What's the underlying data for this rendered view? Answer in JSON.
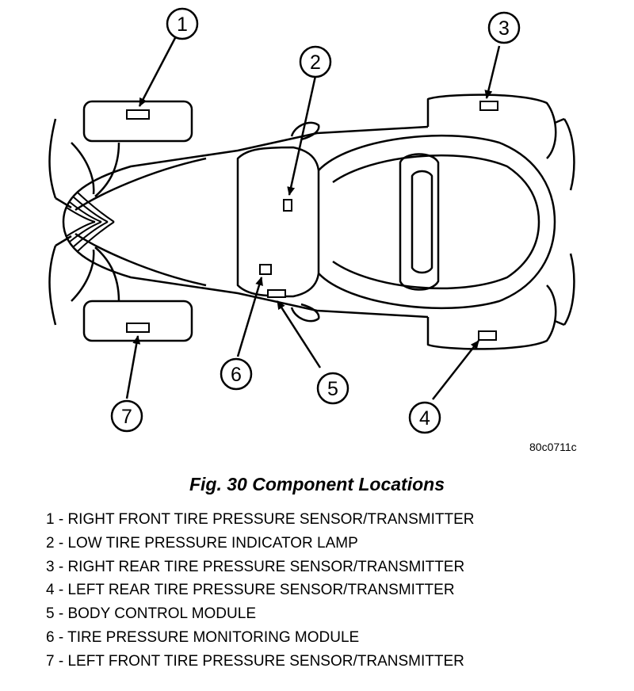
{
  "figure": {
    "reference_code": "80c0711c",
    "title": "Fig. 30 Component Locations"
  },
  "callouts": [
    {
      "number": "1",
      "label": "1 - RIGHT FRONT TIRE PRESSURE SENSOR/TRANSMITTER"
    },
    {
      "number": "2",
      "label": "2 - LOW TIRE PRESSURE INDICATOR LAMP"
    },
    {
      "number": "3",
      "label": "3 - RIGHT REAR TIRE PRESSURE SENSOR/TRANSMITTER"
    },
    {
      "number": "4",
      "label": "4 - LEFT REAR TIRE PRESSURE SENSOR/TRANSMITTER"
    },
    {
      "number": "5",
      "label": "5 - BODY CONTROL MODULE"
    },
    {
      "number": "6",
      "label": "6 - TIRE PRESSURE MONITORING MODULE"
    },
    {
      "number": "7",
      "label": "7 - LEFT FRONT TIRE PRESSURE SENSOR/TRANSMITTER"
    }
  ]
}
